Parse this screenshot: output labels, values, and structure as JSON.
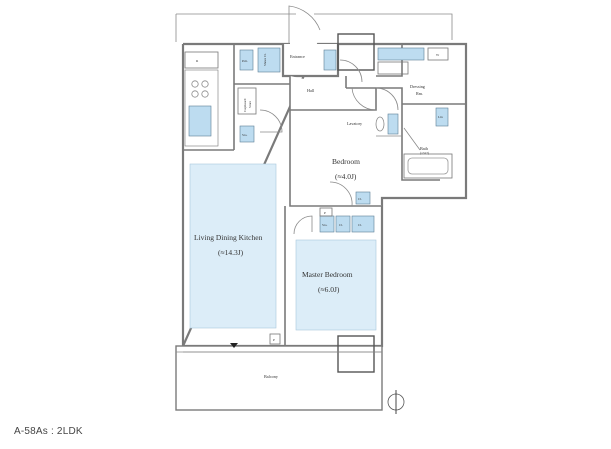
{
  "rooms": {
    "entrance": "Entrance",
    "hall": "Hall",
    "dressing": "Dressing",
    "dressing2": "Rm.",
    "lavatory": "Lavatory",
    "bath": "Bath",
    "bath_size": "(1317)",
    "bedroom": "Bedroom",
    "bedroom_area": "(≈4.0J)",
    "ldk": "Living Dining Kitchen",
    "ldk_area": "(≈14.3J)",
    "master": "Master Bedroom",
    "master_area": "(≈6.0J)",
    "balcony": "Balcony"
  },
  "storage": {
    "pm": "P.m.",
    "shoes": "Shoes Cl.",
    "cupboard1": "Cupboard",
    "cupboard2": "Store",
    "sto_kitchen": "Sto.",
    "sto_master": "Sto.",
    "cl1": "Cl.",
    "cl2": "Cl.",
    "cl3": "Cl.",
    "cl_bed": "Cl.",
    "lin": "Lin",
    "p_master": "P",
    "p_balcony": "P",
    "w": "W",
    "r": "R"
  },
  "caption": "A-58As : 2LDK"
}
